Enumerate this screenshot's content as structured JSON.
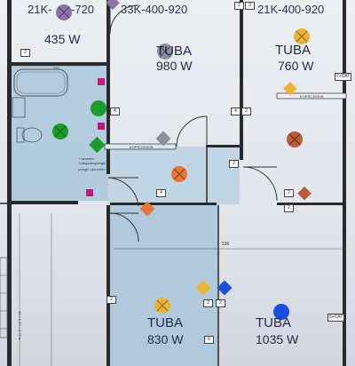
{
  "rooms": {
    "top_left": {
      "label": "21K-",
      "label2": "-720",
      "power": "435 W"
    },
    "top_mid": {
      "label": "33K-400-920"
    },
    "top_right": {
      "label": "21K-400-920"
    },
    "mid_room": {
      "name": "TUBA",
      "power": "980 W"
    },
    "right_room": {
      "name": "TUBA",
      "power": "760 W"
    },
    "bot_left": {
      "name": "TUBA",
      "power": "830 W"
    },
    "bot_right": {
      "name": "TUBA",
      "power": "1035 W"
    }
  },
  "dimensions": {
    "bath_width": "230",
    "lower_width": "536",
    "side_note": "19 x 1.30 = 2.70 m"
  },
  "labels": {
    "koprossein": "KOPROSSEIN",
    "koprossein2": "KOPROSSEIN",
    "bath_note": "+ lamellen\n+valgustuspeegel",
    "bath_note2": "peegel vaikoreen"
  },
  "tags": [
    "2",
    "3",
    "2",
    "4",
    "4",
    "2",
    "4",
    "2",
    "2",
    "2",
    "2",
    "2",
    "6",
    "2",
    "2+CAT",
    "6+CAT"
  ],
  "colors": {
    "gold": "#e8b53a",
    "orange": "#e8753a",
    "gray": "#8a909c",
    "green": "#1f9a2c",
    "brown": "#b85c3c",
    "blue": "#1a4fe0",
    "purple": "#8d74a8",
    "pink": "#c2187a"
  }
}
